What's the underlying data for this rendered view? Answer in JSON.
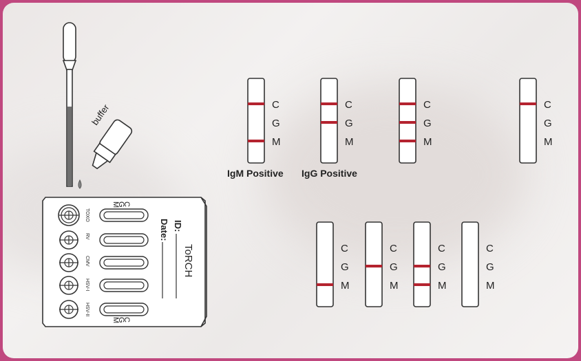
{
  "colors": {
    "border": "#c0487f",
    "line": "#b4232f",
    "ink": "#333333"
  },
  "bottle": {
    "label": "buffer"
  },
  "strip_labels": {
    "c": "C",
    "g": "G",
    "m": "M"
  },
  "captions": {
    "igm": "IgM Positive",
    "igg": "IgG Positive"
  },
  "cassette": {
    "title": "ToRCH",
    "id_label": "ID:",
    "date_label": "Date:",
    "wells": [
      "TOXO",
      "RV",
      "CMV",
      "HSV-I",
      "HSV-II"
    ]
  },
  "strips_top": [
    {
      "lines": [
        "C",
        "M"
      ],
      "caption": "IgM Positive"
    },
    {
      "lines": [
        "C",
        "G"
      ],
      "caption": "IgG Positive"
    },
    {
      "lines": [
        "C",
        "G",
        "M"
      ]
    },
    {
      "lines": [
        "C"
      ]
    }
  ],
  "strips_bottom": [
    {
      "lines": [
        "M"
      ]
    },
    {
      "lines": [
        "G"
      ]
    },
    {
      "lines": [
        "G",
        "M"
      ]
    },
    {
      "lines": []
    }
  ]
}
